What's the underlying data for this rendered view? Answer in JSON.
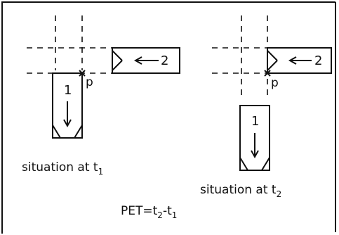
{
  "situation_1": {
    "caption_prefix": "situation at t",
    "caption_sub": "1",
    "vehicle_1": "1",
    "vehicle_2": "2",
    "conflict_point": "p"
  },
  "situation_2": {
    "caption_prefix": "situation at t",
    "caption_sub": "2",
    "vehicle_1": "1",
    "vehicle_2": "2",
    "conflict_point": "p"
  },
  "formula": {
    "lhs": "PET=t",
    "sub_a": "2",
    "mid": "-t",
    "sub_b": "1"
  },
  "colors": {
    "ink": "#111111",
    "background": "#ffffff"
  }
}
